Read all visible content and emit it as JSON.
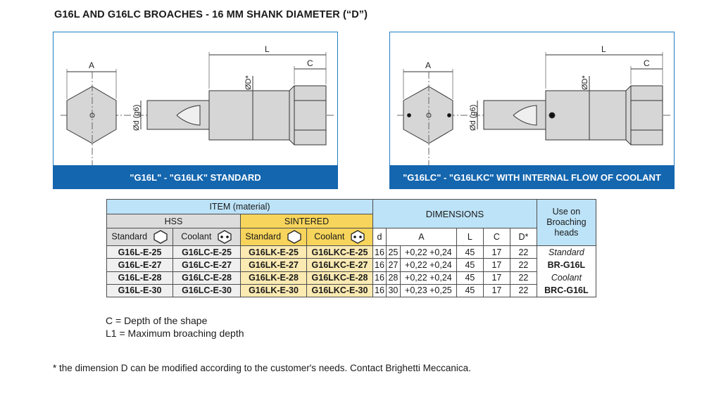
{
  "title": "G16L AND G16LC BROACHES - 16 MM SHANK DIAMETER (“D”)",
  "panels": {
    "left": {
      "caption": "\"G16L\" - \"G16LK\" STANDARD"
    },
    "right": {
      "caption": "\"G16LC\" - \"G16LKC\" WITH INTERNAL FLOW OF COOLANT"
    },
    "labels": {
      "a": "A",
      "d_small": "Ød (g6)",
      "d_big": "ØD*",
      "l": "L",
      "c": "C"
    }
  },
  "table": {
    "item_header": "ITEM (material)",
    "hss": "HSS",
    "sintered": "SINTERED",
    "dimensions": "DIMENSIONS",
    "use_on": "Use on Broaching heads",
    "standard": "Standard",
    "coolant": "Coolant",
    "col_d": "d",
    "col_a": "A",
    "col_l": "L",
    "col_c": "C",
    "col_D": "D*",
    "rows": [
      {
        "hss_std": "G16L-E-25",
        "hss_cool": "G16LC-E-25",
        "sin_std": "G16LK-E-25",
        "sin_cool": "G16LKC-E-25",
        "d": "16",
        "a": "25",
        "tol": "+0,22 +0,24",
        "l": "45",
        "c": "17",
        "D": "22"
      },
      {
        "hss_std": "G16L-E-27",
        "hss_cool": "G16LC-E-27",
        "sin_std": "G16LK-E-27",
        "sin_cool": "G16LKC-E-27",
        "d": "16",
        "a": "27",
        "tol": "+0,22 +0,24",
        "l": "45",
        "c": "17",
        "D": "22"
      },
      {
        "hss_std": "G16L-E-28",
        "hss_cool": "G16LC-E-28",
        "sin_std": "G16LK-E-28",
        "sin_cool": "G16LKC-E-28",
        "d": "16",
        "a": "28",
        "tol": "+0,22 +0,24",
        "l": "45",
        "c": "17",
        "D": "22"
      },
      {
        "hss_std": "G16L-E-30",
        "hss_cool": "G16LC-E-30",
        "sin_std": "G16LK-E-30",
        "sin_cool": "G16LKC-E-30",
        "d": "16",
        "a": "30",
        "tol": "+0,23 +0,25",
        "l": "45",
        "c": "17",
        "D": "22"
      }
    ],
    "heads": [
      "Standard",
      "BR-G16L",
      "Coolant",
      "BRC-G16L"
    ]
  },
  "notes": [
    "C = Depth of the shape",
    "L1 = Maximum broaching depth"
  ],
  "footnote": "* the dimension D can be modified according to the customer's needs. Contact Brighetti Meccanica.",
  "colors": {
    "panel_blue": "#1466ae",
    "header_blue": "#bde3f8",
    "header_yellow": "#f7d45b"
  }
}
